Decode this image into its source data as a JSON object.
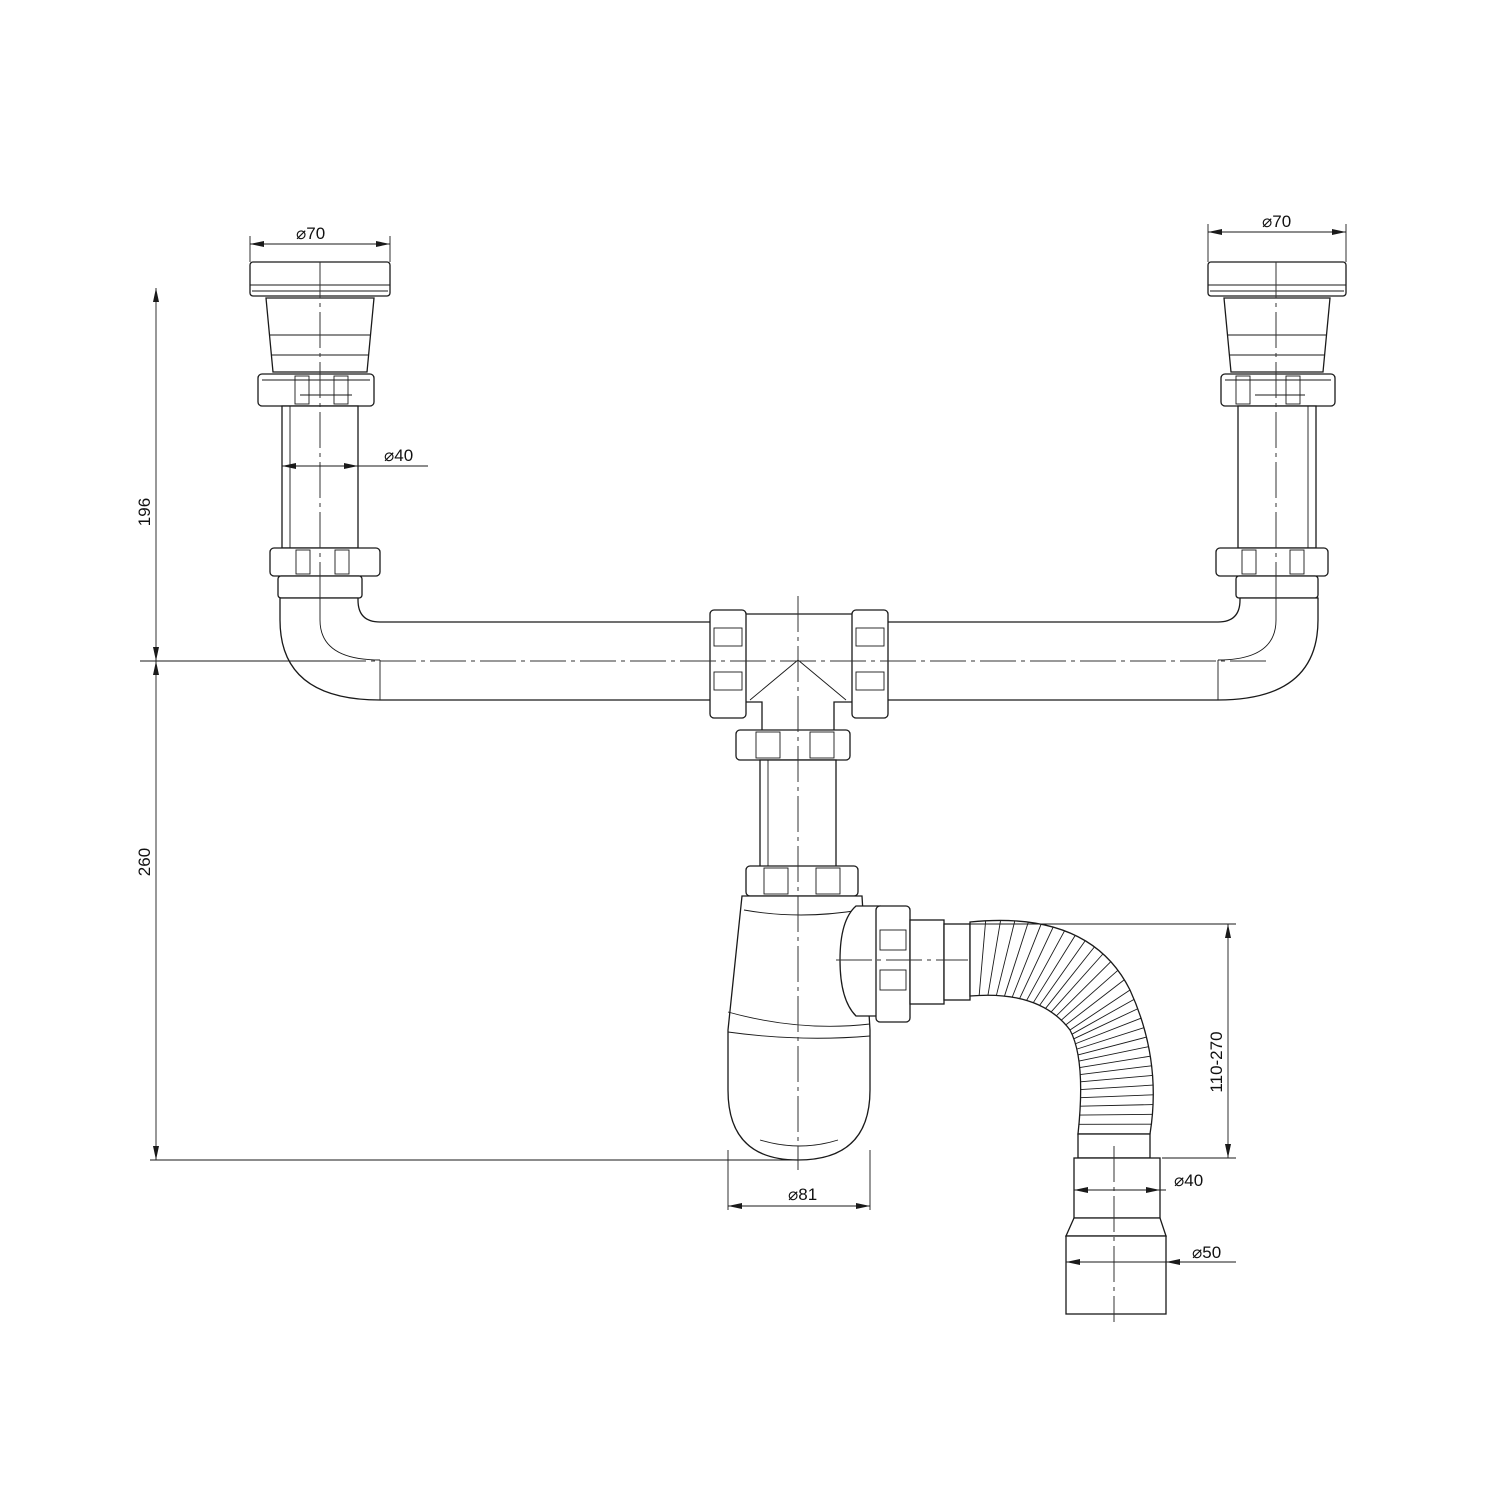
{
  "diagram": {
    "dimensions": {
      "left_strainer_diameter": "70",
      "right_strainer_diameter": "70",
      "inlet_pipe_diameter": "40",
      "upper_height": "196",
      "lower_height": "260",
      "bottle_trap_diameter": "81",
      "flexible_hose_length": "110-270",
      "outlet_inner_diameter": "40",
      "outlet_outer_diameter": "50"
    },
    "colors": {
      "line": "#1a1a1a",
      "background": "#ffffff"
    }
  }
}
